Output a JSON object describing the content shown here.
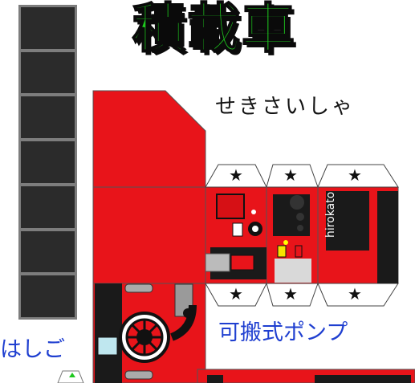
{
  "title": "積載車",
  "title_reading": "せきさいしゃ",
  "ladder_label": "はしご",
  "pump_label": "可搬式ポンプ",
  "panel_text": "hirokato",
  "star_glyph": "★",
  "ladder_rung_count": 7,
  "colors": {
    "body_red": "#e8141a",
    "title_green": "#1ec81e",
    "label_blue": "#1f3fd0",
    "ladder_grey": "#7d7d7d",
    "dark_panel": "#2b2b2b"
  }
}
